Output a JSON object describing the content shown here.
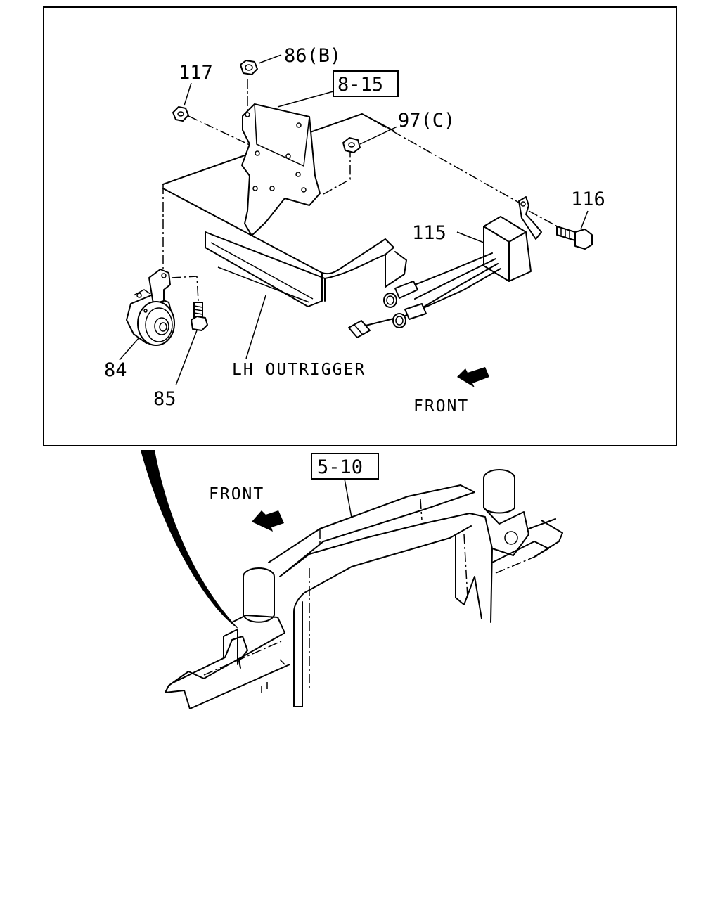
{
  "callouts": {
    "p86": "86(B)",
    "p117": "117",
    "ref815": "8-15",
    "p97": "97(C)",
    "p116": "116",
    "p115": "115",
    "p84": "84",
    "p85": "85",
    "lh_outrigger": "LH OUTRIGGER",
    "front_detail": "FRONT",
    "ref510": "5-10",
    "front_frame": "FRONT"
  }
}
